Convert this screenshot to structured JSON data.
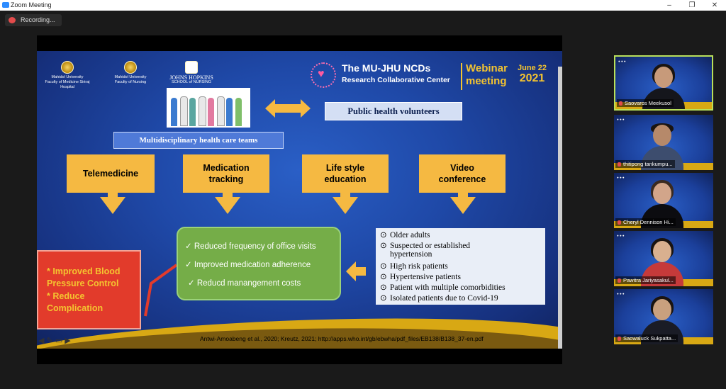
{
  "window": {
    "title": "Zoom Meeting",
    "minimize": "–",
    "restore": "❐",
    "close": "✕"
  },
  "recording": {
    "label": "Recording..."
  },
  "slide": {
    "logos": [
      {
        "name": "Mahidol University",
        "sub": "Faculty of Medicine Siriraj Hospital"
      },
      {
        "name": "Mahidol University",
        "sub": "Faculty of Nursing"
      },
      {
        "name": "JOHNS HOPKINS",
        "sub": "SCHOOL of NURSING"
      }
    ],
    "header": {
      "title": "The MU-JHU NCDs",
      "subtitle": "Research Collaborative Center",
      "webinar_line1": "Webinar",
      "webinar_line2": "meeting",
      "date_line1": "June 22",
      "date_line2": "2021"
    },
    "public_health_volunteers": "Public health volunteers",
    "multidisciplinary": "Multidisciplinary health care teams",
    "services": [
      {
        "line1": "Telemedicine",
        "line2": ""
      },
      {
        "line1": "Medication",
        "line2": "tracking"
      },
      {
        "line1": "Life style",
        "line2": "education"
      },
      {
        "line1": "Video",
        "line2": "conference"
      }
    ],
    "outcomes": [
      "✓ Reduced frequency of office visits",
      "✓ Improved medication adherence",
      "✓ Reducd manangement costs"
    ],
    "red_box": {
      "line1": "* Improved Blood",
      "line2": "Pressure Control",
      "line3": "* Reduce",
      "line4": "Complication"
    },
    "target_groups": [
      "Older adults",
      "Suspected or established",
      "hypertension",
      "High risk patients",
      "Hypertensive patients",
      "Patient with multiple comorbidities",
      "Isolated patients due to Covid-19"
    ],
    "bullet_glyph": "⊙",
    "citation": "Antwi-Amoabeng et al., 2020; Kreutz, 2021; http://apps.who.int/gb/ebwha/pdf_files/EB138/B138_37-en.pdf",
    "nav_icons": [
      "◀",
      "✎",
      "▭",
      "▶"
    ]
  },
  "participants": [
    {
      "name": "Saovaros Meekusol",
      "active": true,
      "muted": true
    },
    {
      "name": "thitipong tankumpu...",
      "active": false,
      "muted": true
    },
    {
      "name": "Cheryl Dennison Hi...",
      "active": false,
      "muted": true
    },
    {
      "name": "Pawitra Jariyasakul...",
      "active": false,
      "muted": true
    },
    {
      "name": "Saowaluck Sukpatta...",
      "active": false,
      "muted": true
    }
  ],
  "colors": {
    "accent_yellow": "#f5b942",
    "outcome_green": "#75ad48",
    "alert_red": "#e23b2b",
    "active_speaker": "#b9e05a"
  }
}
